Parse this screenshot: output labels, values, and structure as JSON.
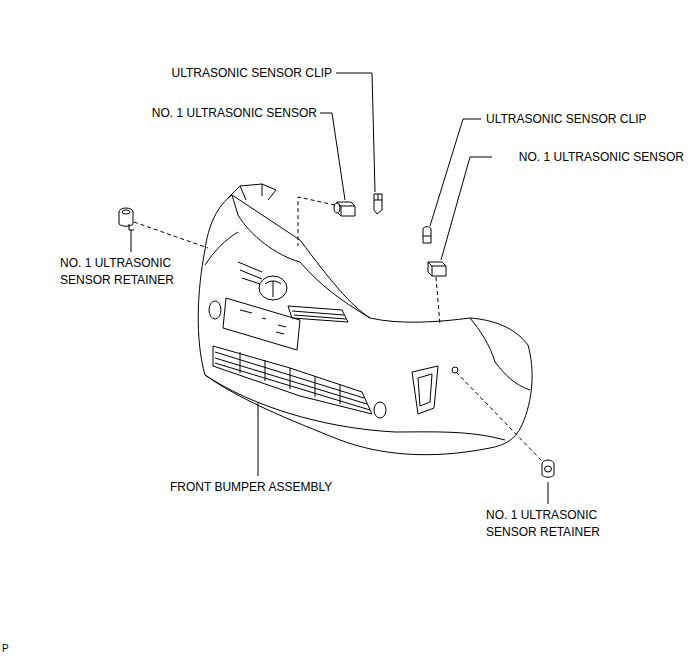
{
  "diagram": {
    "labels": [
      "ULTRASONIC SENSOR CLIP",
      "NO. 1 ULTRASONIC SENSOR",
      "ULTRASONIC SENSOR CLIP",
      "NO. 1 ULTRASONIC SENSOR",
      "NO. 1 ULTRASONIC SENSOR RETAINER",
      "FRONT BUMPER ASSEMBLY",
      "NO. 1 ULTRASONIC SENSOR RETAINER",
      "P"
    ]
  }
}
